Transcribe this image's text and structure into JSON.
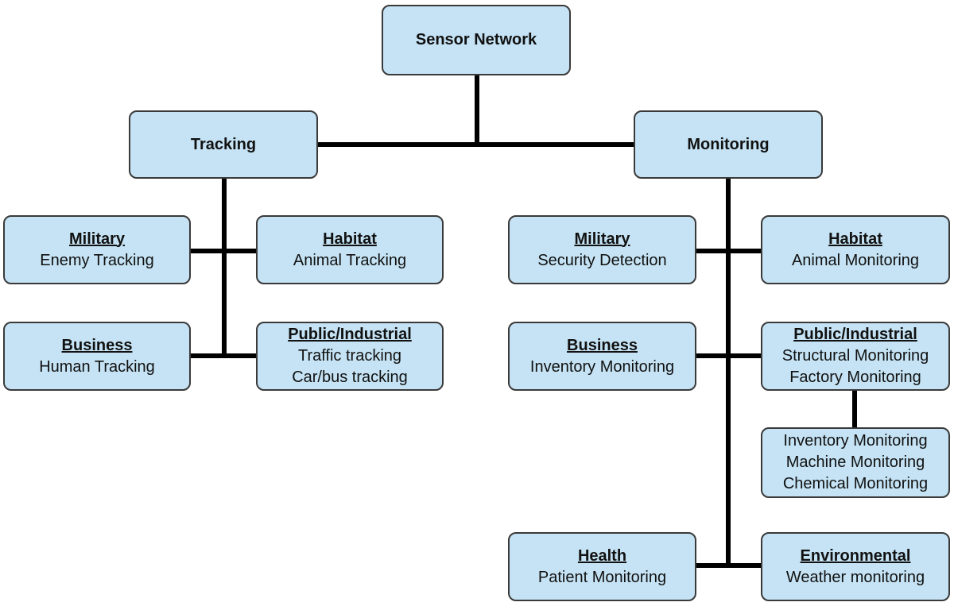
{
  "root": {
    "title": "Sensor Network"
  },
  "tracking": {
    "title": "Tracking",
    "military": {
      "title": "Military",
      "items": [
        "Enemy Tracking"
      ]
    },
    "habitat": {
      "title": "Habitat",
      "items": [
        "Animal Tracking"
      ]
    },
    "business": {
      "title": "Business",
      "items": [
        "Human Tracking"
      ]
    },
    "public": {
      "title": "Public/Industrial",
      "items": [
        "Traffic tracking",
        "Car/bus tracking"
      ]
    }
  },
  "monitoring": {
    "title": "Monitoring",
    "military": {
      "title": "Military",
      "items": [
        "Security Detection"
      ]
    },
    "habitat": {
      "title": "Habitat",
      "items": [
        "Animal Monitoring"
      ]
    },
    "business": {
      "title": "Business",
      "items": [
        "Inventory Monitoring"
      ]
    },
    "public": {
      "title": "Public/Industrial",
      "items": [
        "Structural Monitoring",
        "Factory Monitoring"
      ]
    },
    "factory_detail": {
      "items": [
        "Inventory Monitoring",
        "Machine Monitoring",
        "Chemical Monitoring"
      ]
    },
    "health": {
      "title": "Health",
      "items": [
        "Patient Monitoring"
      ]
    },
    "environmental": {
      "title": "Environmental",
      "items": [
        "Weather monitoring"
      ]
    }
  },
  "colors": {
    "box_fill": "#c5e3f4",
    "box_border": "#3a3a3a",
    "connector": "#000000"
  }
}
